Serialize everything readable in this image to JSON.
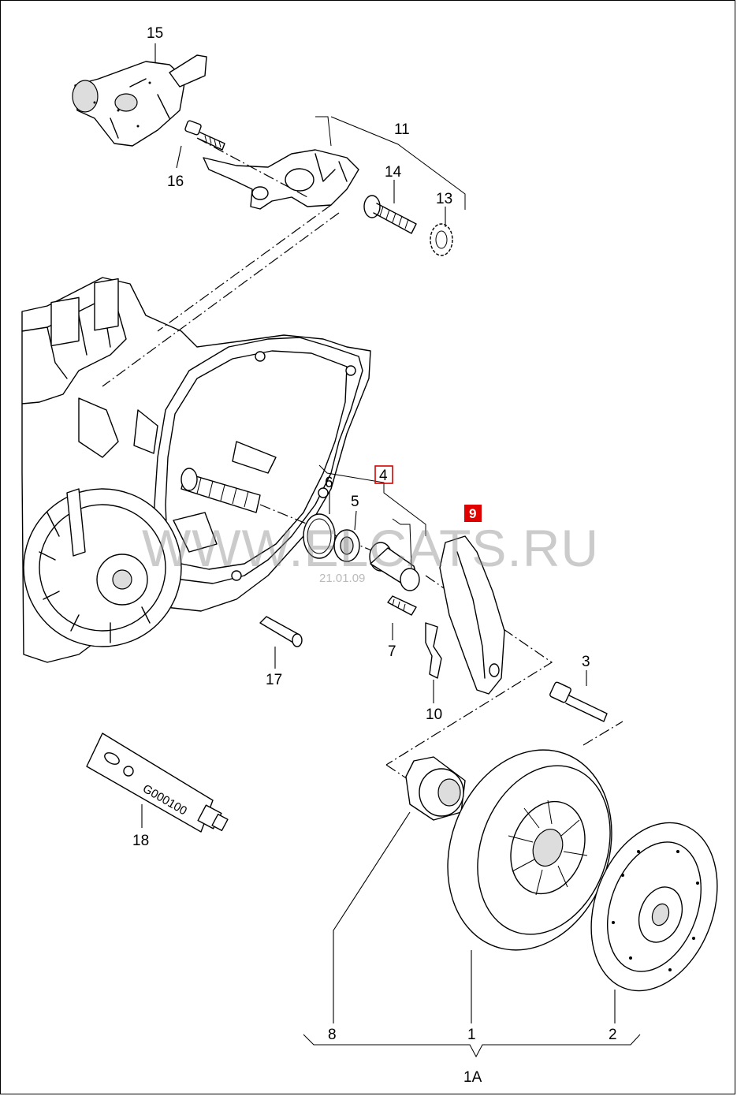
{
  "labels": {
    "p15": "15",
    "p16": "16",
    "p11": "11",
    "p14": "14",
    "p13": "13",
    "p4": "4",
    "p6": "6",
    "p5": "5",
    "p9": "9",
    "p7": "7",
    "p17": "17",
    "p10": "10",
    "p3": "3",
    "p18": "18",
    "p8": "8",
    "p1": "1",
    "p2": "2",
    "p1a": "1A"
  },
  "watermark": {
    "text": "WWW.ELCATS.RU",
    "code": "21.01.09"
  },
  "tube": {
    "part_number": "G000100"
  },
  "highlight": {
    "color_box": "#d40000",
    "color_fill": "#e00000"
  }
}
